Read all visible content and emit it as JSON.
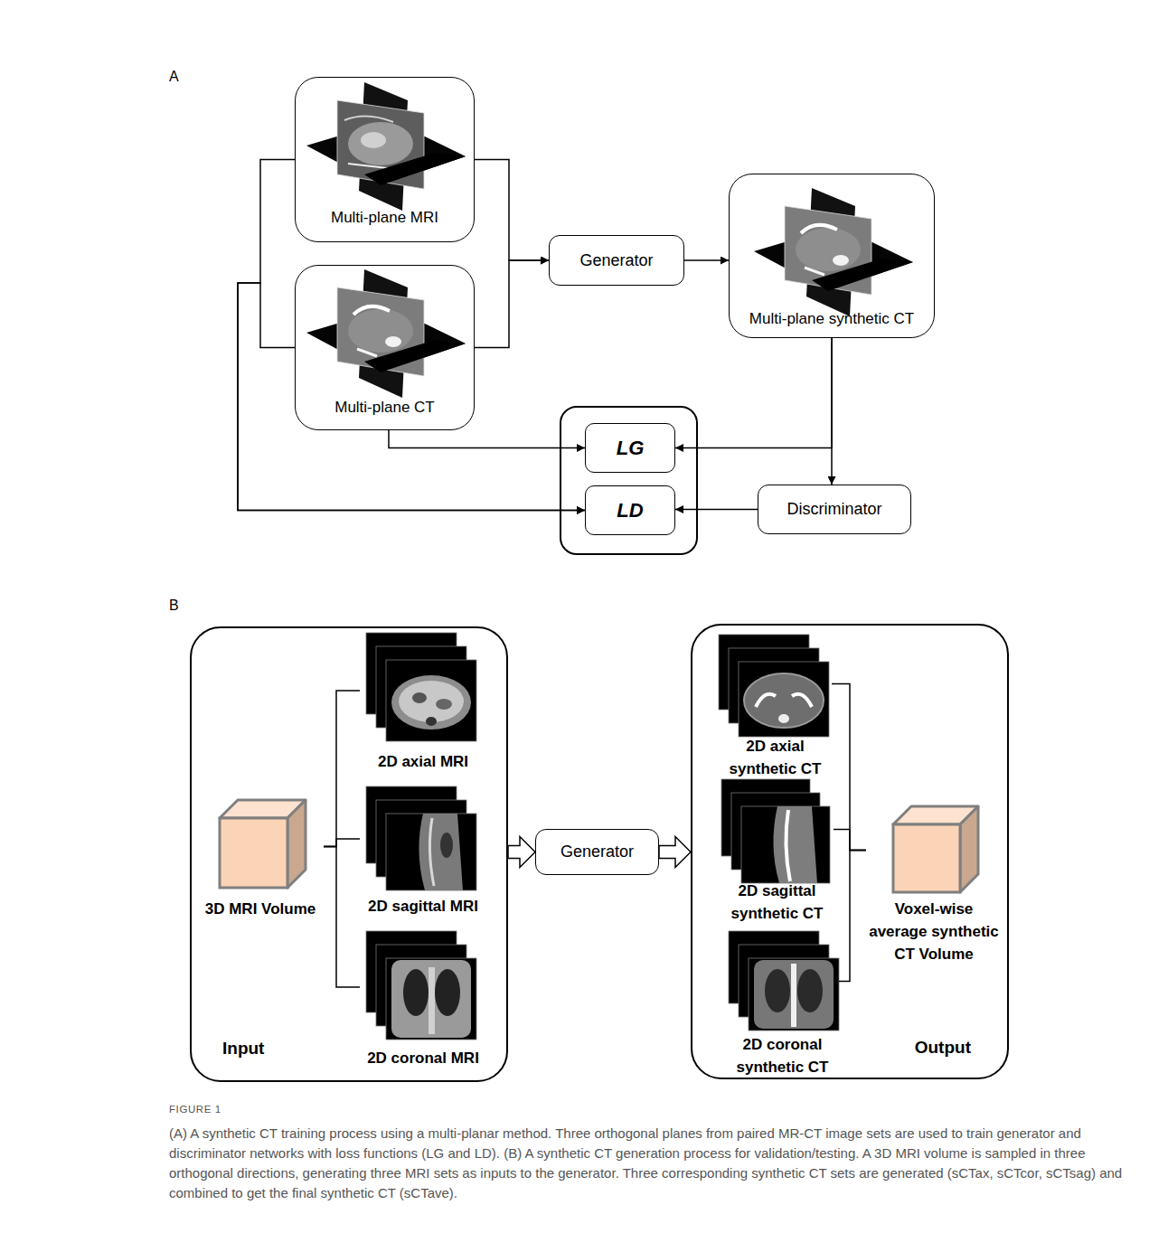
{
  "diagram": {
    "caption": "(A) A synthetic CT training process using a multi-planar method. Three orthogonal planes from paired MR-CT image sets are used to train generator and discriminator networks with loss functions (LG and LD). (B) A synthetic CT generation process for validation/testing. A 3D MRI volume is sampled in three orthogonal directions, generating three MRI sets as inputs to the generator. Three corresponding synthetic CT sets are generated (sCTax, sCTcor, sCTsag) and combined to get the final synthetic CT (sCTave).",
    "nodes": [
      {
        "text": [
          "Multi-plane MRI"
        ]
      },
      {
        "text": [
          "Multi-plane CT"
        ]
      },
      {
        "text": [
          "Generator"
        ]
      },
      {
        "text": [
          "Multi-plane synthetic CT"
        ]
      },
      {
        "text": [
          "LG"
        ]
      },
      {
        "text": [
          "LD"
        ]
      },
      {
        "text": [
          "Discriminator"
        ]
      },
      {
        "text": [
          "Input"
        ]
      },
      {
        "text": [
          "3D MRI Volume"
        ],
        "in": 7
      },
      {
        "text": [
          "2D axial MRI"
        ],
        "in": 7
      },
      {
        "text": [
          "2D sagittal MRI"
        ],
        "in": 7
      },
      {
        "text": [
          "2D coronal MRI"
        ],
        "in": 7
      },
      {
        "text": [
          "Generator"
        ]
      },
      {
        "text": [
          "Output"
        ]
      },
      {
        "text": [
          "2D axial synthetic CT"
        ],
        "in": 13
      },
      {
        "text": [
          "2D sagittal synthetic CT"
        ],
        "in": 13
      },
      {
        "text": [
          "2D coronal synthetic CT"
        ],
        "in": 13
      },
      {
        "text": [
          "Voxel-wise average synthetic CT Volume"
        ],
        "in": 13
      }
    ],
    "edges": [
      {
        "from": 0,
        "to": 2,
        "arrow": "to"
      },
      {
        "from": 1,
        "to": 2,
        "arrow": "to"
      },
      {
        "from": 2,
        "to": 3,
        "arrow": "to"
      },
      {
        "from": 3,
        "to": 4,
        "arrow": "to"
      },
      {
        "from": 3,
        "to": 6,
        "arrow": "to"
      },
      {
        "from": 1,
        "to": 4,
        "arrow": "to"
      },
      {
        "from": 6,
        "to": 5,
        "arrow": "to"
      },
      {
        "from": 0,
        "to": 5,
        "arrow": "to"
      },
      {
        "from": 1,
        "to": 5,
        "arrow": "to"
      },
      {
        "from": 8,
        "to": 9,
        "arrow": "none"
      },
      {
        "from": 8,
        "to": 10,
        "arrow": "none"
      },
      {
        "from": 8,
        "to": 11,
        "arrow": "none"
      },
      {
        "from": 7,
        "to": 12,
        "arrow": "to"
      },
      {
        "from": 12,
        "to": 13,
        "arrow": "to"
      },
      {
        "from": 14,
        "to": 17,
        "arrow": "none"
      },
      {
        "from": 15,
        "to": 17,
        "arrow": "none"
      },
      {
        "from": 16,
        "to": 17,
        "arrow": "none"
      }
    ],
    "labels": [
      "A",
      "B",
      "FIGURE 1"
    ]
  }
}
